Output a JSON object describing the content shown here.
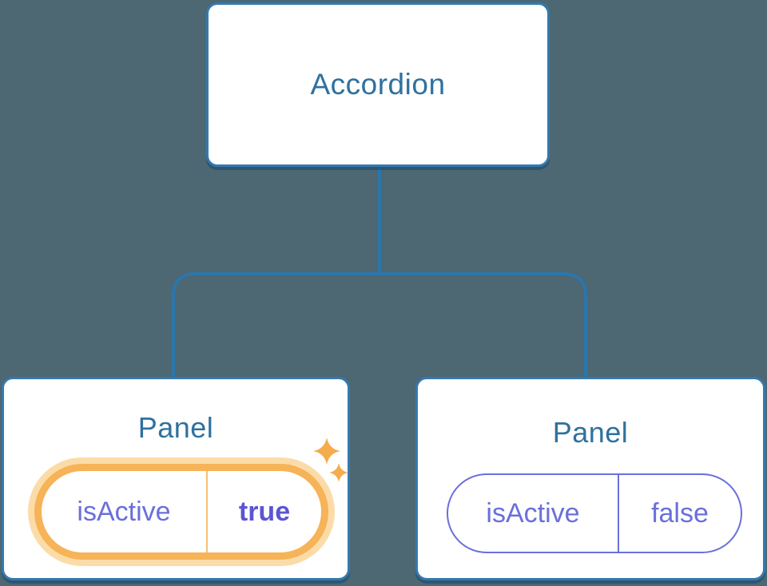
{
  "diagram": {
    "root": {
      "label": "Accordion"
    },
    "panels": [
      {
        "label": "Panel",
        "prop_name": "isActive",
        "prop_value": "true",
        "state": "active-highlighted"
      },
      {
        "label": "Panel",
        "prop_name": "isActive",
        "prop_value": "false",
        "state": "inactive"
      }
    ]
  },
  "colors": {
    "background": "#4D6773",
    "connector_blue": "#2B76AC",
    "node_border_blue": "#3579AE",
    "node_text_blue": "#2F719E",
    "node_background": "#FFFFFF",
    "prop_purple": "#6A6FDB",
    "prop_value_active_purple": "#5B55D3",
    "highlight_orange": "#F6B357",
    "highlight_glow": "#FBDCA8",
    "sparkle_orange": "#F4AC4D"
  }
}
